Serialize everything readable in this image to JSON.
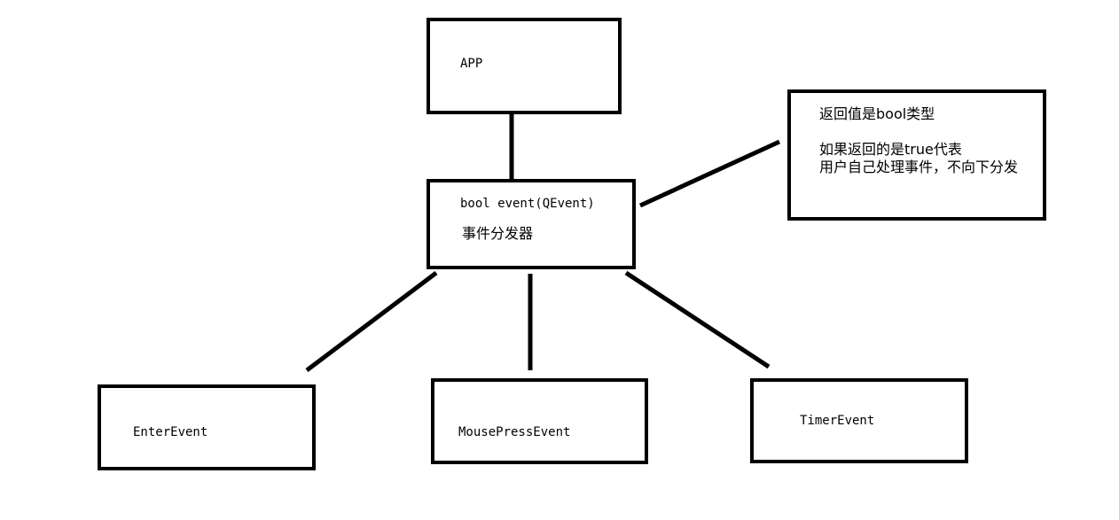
{
  "nodes": {
    "app": {
      "label": "APP"
    },
    "dispatcher": {
      "signature": "bool event(QEvent)",
      "caption": "事件分发器"
    },
    "note": {
      "line1": "返回值是bool类型",
      "line2": "如果返回的是true代表",
      "line3": "用户自己处理事件，不向下分发"
    },
    "enter_event": {
      "label": "EnterEvent"
    },
    "mouse_press_event": {
      "label": "MousePressEvent"
    },
    "timer_event": {
      "label": "TimerEvent"
    }
  },
  "colors": {
    "stroke": "#000000",
    "background": "#ffffff"
  }
}
